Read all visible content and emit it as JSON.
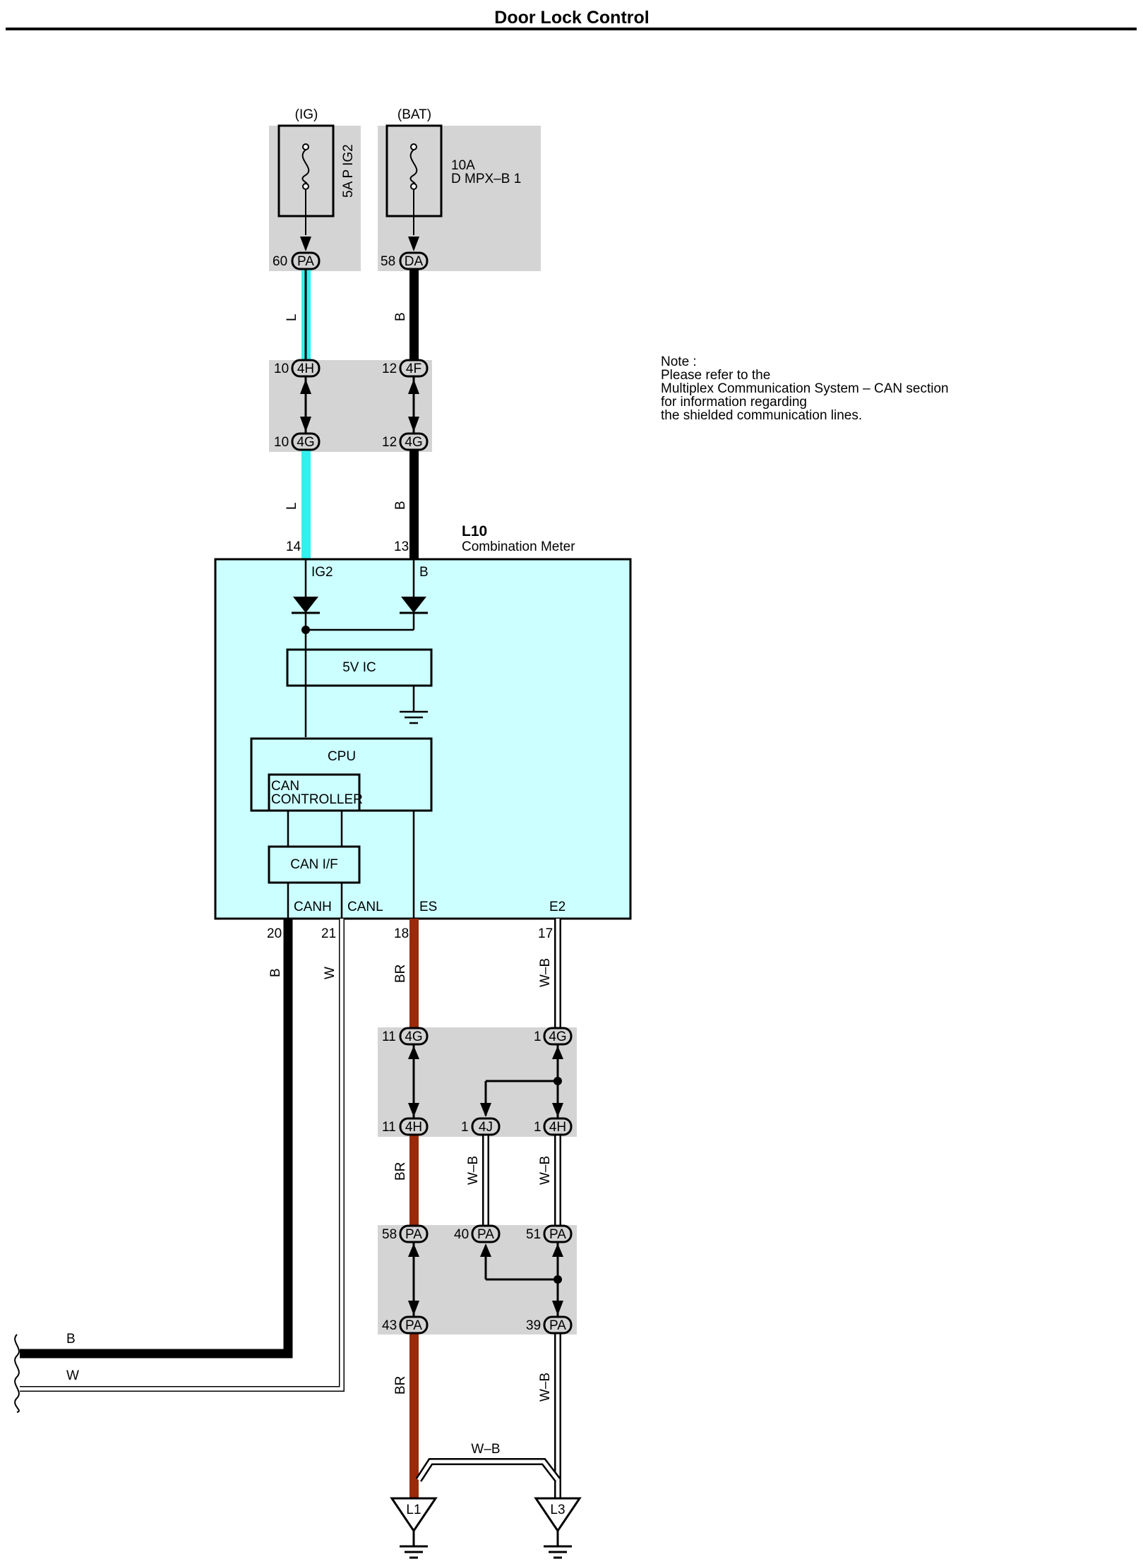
{
  "title": "Door Lock Control",
  "note": [
    "Note :",
    "Please refer to the",
    "Multiplex Communication System – CAN section",
    "for information regarding",
    "the shielded communication lines."
  ],
  "sources": {
    "ig": {
      "label": "(IG)",
      "fuse": "5A P IG2"
    },
    "bat": {
      "label": "(BAT)",
      "fuse_rating": "10A",
      "fuse_name": "D MPX–B 1"
    }
  },
  "component": {
    "id": "L10",
    "name": "Combination Meter"
  },
  "blocks": {
    "regulator": "5V IC",
    "cpu": "CPU",
    "can_controller": [
      "CAN",
      "CONTROLLER"
    ],
    "can_if": "CAN I/F"
  },
  "pins": {
    "ig2": "IG2",
    "b": "B",
    "canh": "CANH",
    "canl": "CANL",
    "es": "ES",
    "e2": "E2",
    "n14": "14",
    "n13": "13",
    "n20": "20",
    "n21": "21",
    "n18": "18",
    "n17": "17"
  },
  "connectors": {
    "pa60": {
      "num": "60",
      "name": "PA"
    },
    "da58": {
      "num": "58",
      "name": "DA"
    },
    "h10": {
      "num": "10",
      "name": "4H"
    },
    "f12": {
      "num": "12",
      "name": "4F"
    },
    "g10": {
      "num": "10",
      "name": "4G"
    },
    "g12": {
      "num": "12",
      "name": "4G"
    },
    "g11": {
      "num": "11",
      "name": "4G"
    },
    "g1": {
      "num": "1",
      "name": "4G"
    },
    "h11": {
      "num": "11",
      "name": "4H"
    },
    "j1": {
      "num": "1",
      "name": "4J"
    },
    "h1": {
      "num": "1",
      "name": "4H"
    },
    "pa58": {
      "num": "58",
      "name": "PA"
    },
    "pa40": {
      "num": "40",
      "name": "PA"
    },
    "pa51": {
      "num": "51",
      "name": "PA"
    },
    "pa43": {
      "num": "43",
      "name": "PA"
    },
    "pa39": {
      "num": "39",
      "name": "PA"
    }
  },
  "wire_colors": {
    "ig_upper": "L",
    "ig_lower": "L",
    "bat_upper": "B",
    "bat_lower": "B",
    "canh": "B",
    "canl": "W",
    "es_1": "BR",
    "es_2": "BR",
    "es_3": "BR",
    "e2_1": "W–B",
    "e2_2": "W–B",
    "e2_3": "W–B",
    "j_branch": "W–B",
    "ground_link": "W–B",
    "bus_b": "B",
    "bus_w": "W"
  },
  "grounds": {
    "l1": "L1",
    "l3": "L3"
  },
  "colors": {
    "wire_l": "#33F0F0",
    "wire_br": "#9A2A0A",
    "wire_b": "#000000",
    "meter_fill": "#CCFFFF",
    "connector_bg": "#D4D4D4"
  }
}
